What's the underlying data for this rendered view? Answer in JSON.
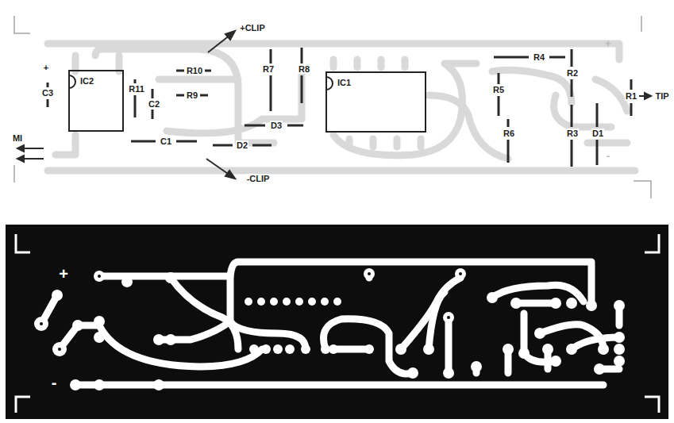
{
  "diagram": {
    "nodes": [
      {
        "text": [
          "IC2"
        ]
      },
      {
        "text": [
          "IC1"
        ]
      }
    ],
    "labels": [
      "+CLIP",
      "+",
      "C3",
      "R11",
      "C2",
      "R10",
      "R9",
      "R7",
      "R8",
      "R4",
      "+",
      "R2",
      "R1",
      "TIP",
      "R5",
      "MI",
      "C1",
      "D3",
      "R6",
      "R3",
      "D1",
      "D2",
      "-CLIP",
      "-",
      "+",
      "-"
    ]
  }
}
